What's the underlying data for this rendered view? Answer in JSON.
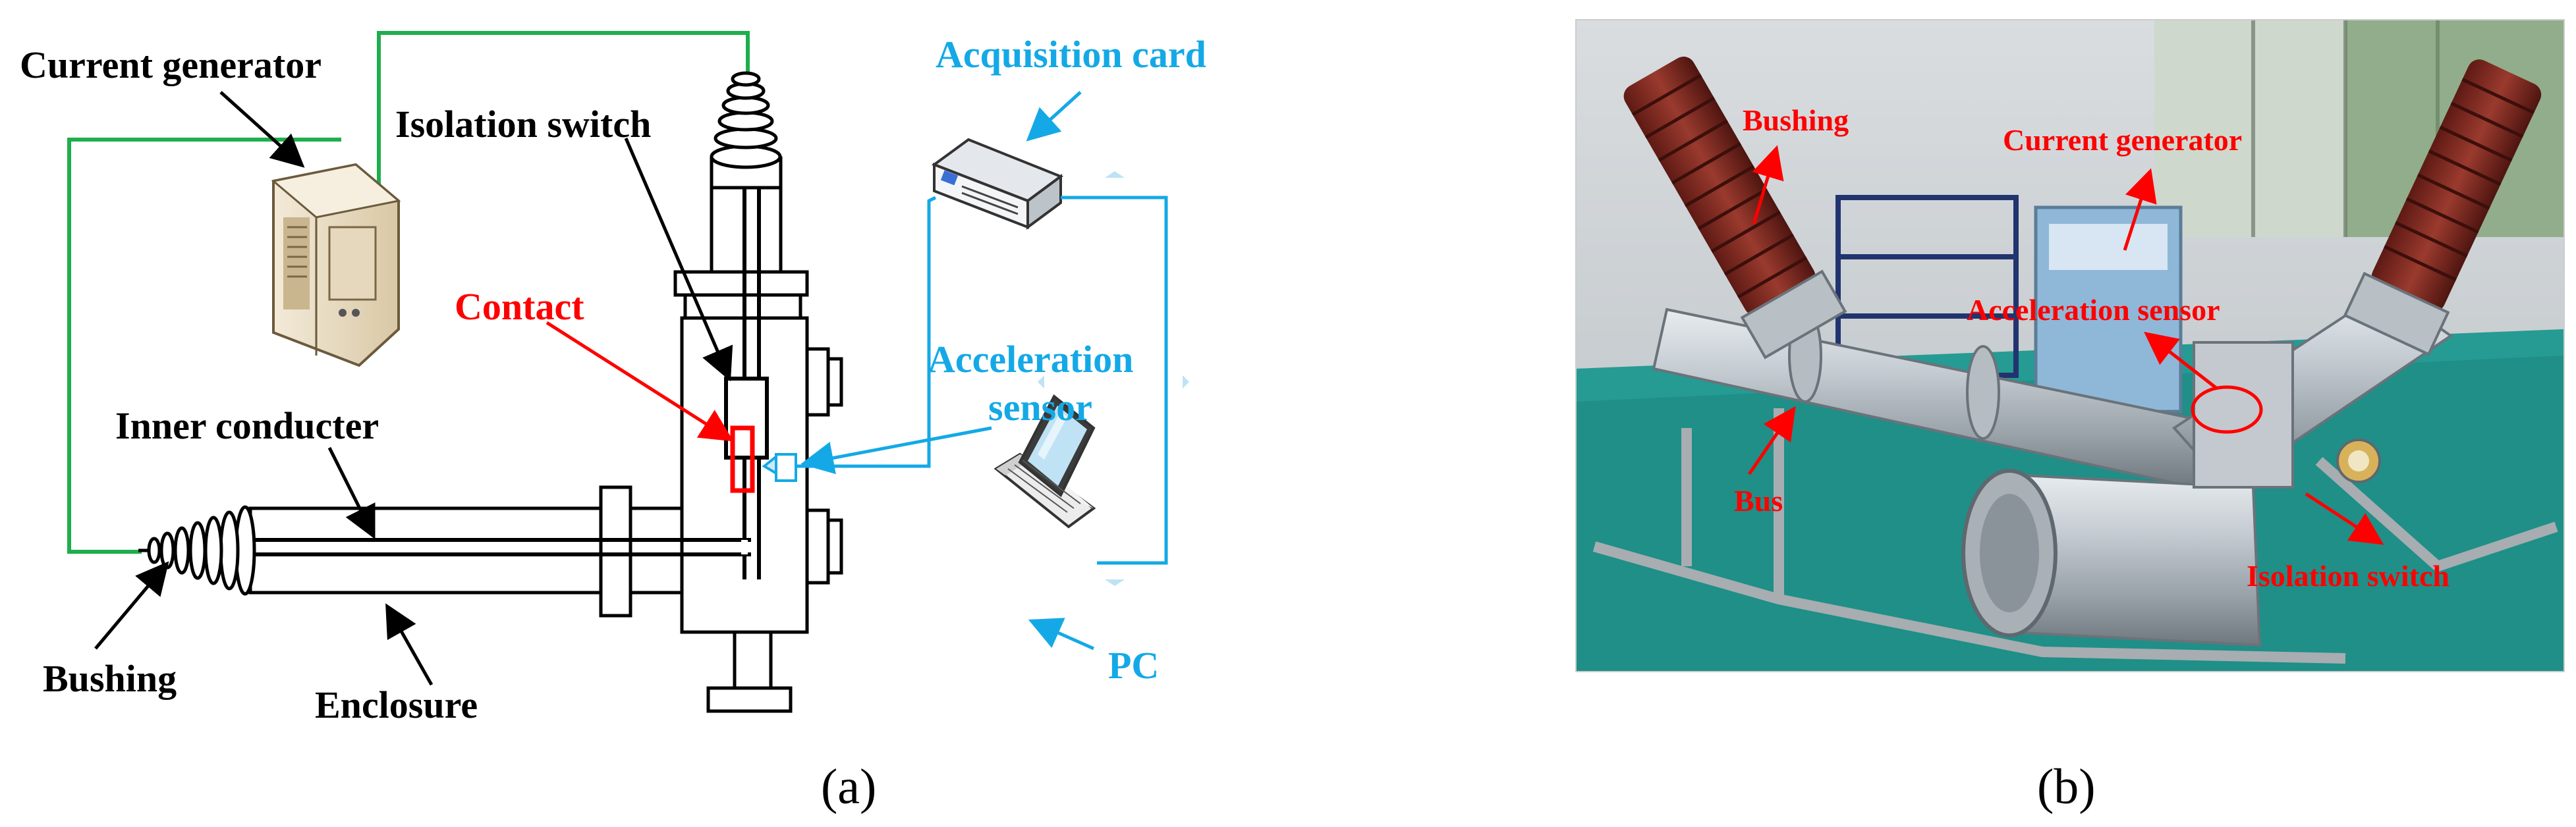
{
  "panel_a": {
    "caption": "(a)",
    "labels": {
      "current_generator": "Current generator",
      "isolation_switch": "Isolation switch",
      "contact": "Contact",
      "inner_conducter": "Inner conducter",
      "bushing": "Bushing",
      "enclosure": "Enclosure",
      "acquisition_card": "Acquisition card",
      "acceleration_sensor_line1": "Acceleration",
      "acceleration_sensor_line2": "sensor",
      "pc": "PC"
    }
  },
  "panel_b": {
    "caption": "(b)",
    "labels": {
      "bushing": "Bushing",
      "current_generator": "Current generator",
      "acceleration_sensor": "Acceleration sensor",
      "bus": "Bus",
      "isolation_switch": "Isolation switch"
    }
  },
  "colors": {
    "black_label": "#000000",
    "red_label": "#ff0000",
    "blue_label": "#14a9e6",
    "wire_green": "#1fae4d",
    "wire_blue": "#14a9e6",
    "bushing_red": "#8b2a22",
    "floor_teal": "#1f8f88"
  }
}
